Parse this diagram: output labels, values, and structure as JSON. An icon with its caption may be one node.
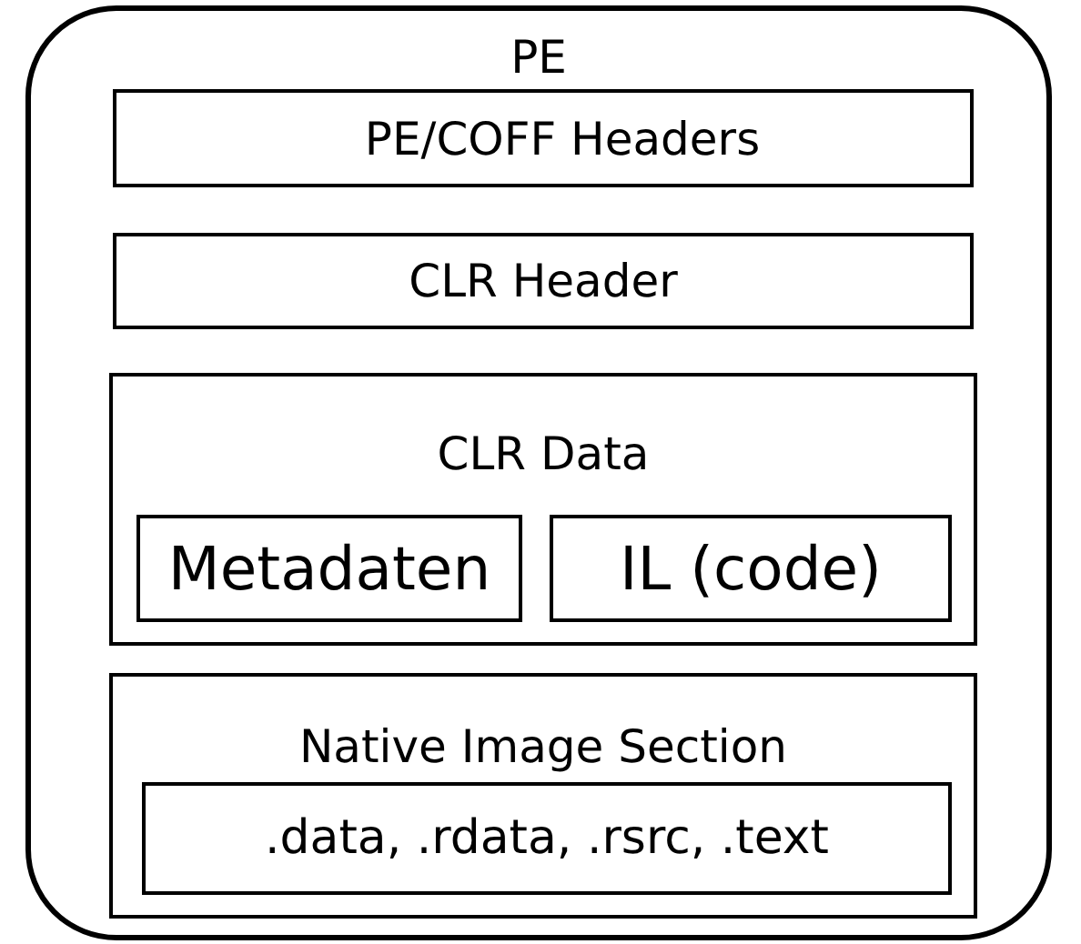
{
  "diagram": {
    "nodes": [
      {
        "text": [
          "PE"
        ]
      },
      {
        "text": [
          "PE/COFF Headers"
        ],
        "in": 0
      },
      {
        "text": [
          "CLR Header"
        ],
        "in": 0
      },
      {
        "text": [
          "CLR Data"
        ],
        "in": 0
      },
      {
        "text": [
          "Metadaten"
        ],
        "in": 3
      },
      {
        "text": [
          "IL (code)"
        ],
        "in": 3
      },
      {
        "text": [
          "Native Image Section"
        ],
        "in": 0
      },
      {
        "text": [
          ".data, .rdata, .rsrc, .text"
        ],
        "in": 6
      }
    ]
  }
}
